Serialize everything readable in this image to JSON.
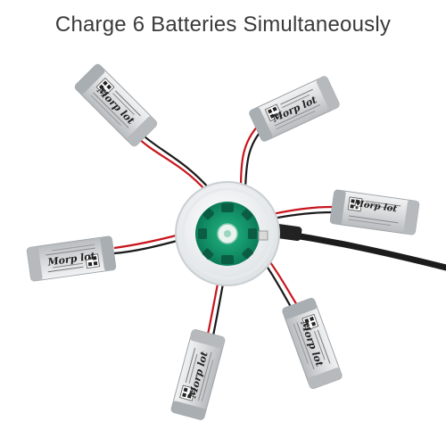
{
  "headline": "Charge 6 Batteries Simultaneously",
  "battery_brand": "Morp lot",
  "battery_count": 6,
  "colors": {
    "hub_pcb": "#0e9a6e",
    "battery_shell": "#d8dadc",
    "battery_cap": "#a9aeb2",
    "wire_red": "#c8161d",
    "wire_black": "#1a1a1a",
    "heading": "#3a3a3a"
  }
}
